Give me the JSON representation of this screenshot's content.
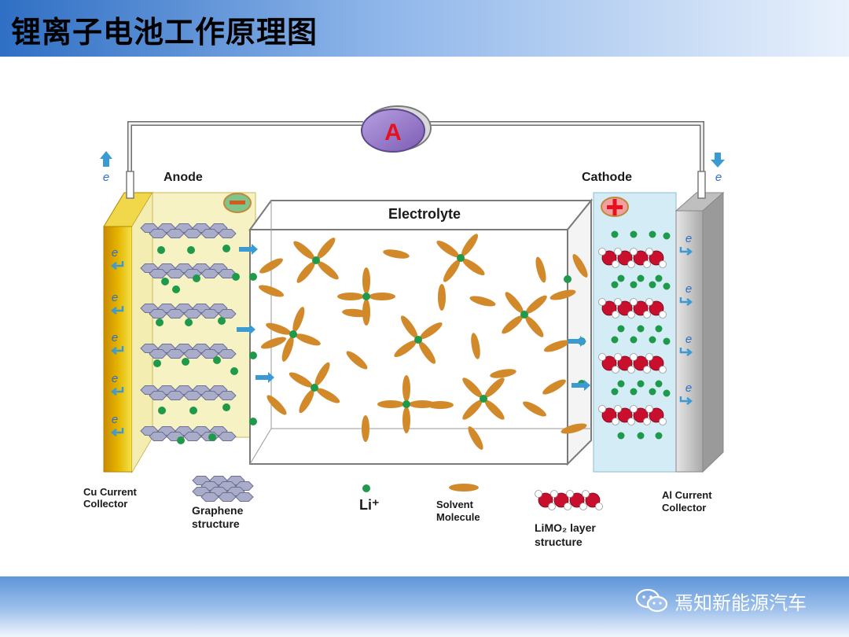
{
  "header": {
    "title": "锂离子电池工作原理图"
  },
  "diagram": {
    "ammeter_symbol": "A",
    "electron_symbol": "e",
    "anode": {
      "label": "Anode",
      "sign": "−"
    },
    "cathode": {
      "label": "Cathode",
      "sign": "+"
    },
    "electrolyte": {
      "label": "Electrolyte"
    },
    "legend": {
      "cu_collector": [
        "Cu Current",
        "Collector"
      ],
      "graphene": [
        "Graphene",
        "structure"
      ],
      "li_ion": "Li⁺",
      "solvent": [
        "Solvent",
        "Molecule"
      ],
      "limo2": [
        "LiMO₂ layer",
        "structure"
      ],
      "al_collector": [
        "Al Current",
        "Collector"
      ]
    },
    "colors": {
      "li_ion": "#1e9a4a",
      "solvent": "#d2892a",
      "oxygen": "#c8102e",
      "anode_fill": "#f7f2c4",
      "cathode_fill": "#d3ecf5",
      "copper": "#d9a400",
      "aluminium": "#c9c9c9",
      "ammeter": "#9b7cc8",
      "arrow": "#3a9bd4"
    }
  },
  "footer": {
    "watermark": "焉知新能源汽车"
  }
}
